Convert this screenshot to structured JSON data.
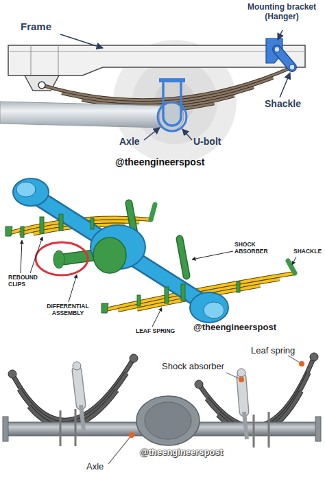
{
  "diagram": {
    "labels": [
      "Frame",
      "Mounting bracket (Hanger)",
      "Shackle",
      "Axle",
      "U-bolt",
      "@theengineerspost",
      "SHOCK ABSORBER",
      "SHACKLE",
      "REBOUND CLIPS",
      "DIFFERENTIAL ASSEMBLY",
      "LEAF SPRING",
      "@theengineerspost",
      "Leaf spring",
      "Shock absorber",
      "Axle",
      "@theengineerspost"
    ]
  }
}
